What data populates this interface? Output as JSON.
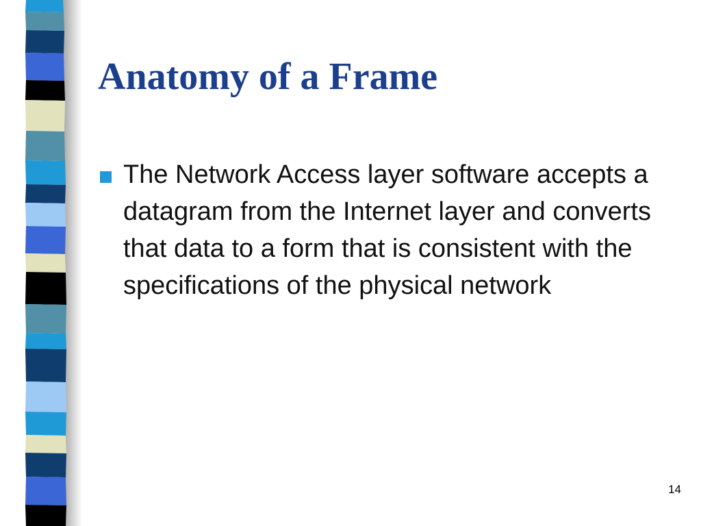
{
  "slide": {
    "title": "Anatomy of a Frame",
    "bullets": [
      {
        "text": "The Network Access layer software accepts a datagram from the Internet layer and converts that data to a form that is consistent with the specifications of the physical network",
        "marker_icon": "square-bullet-icon"
      }
    ],
    "page_number": "14"
  },
  "colors": {
    "title": "#1c3f8c",
    "bullet_marker": "#1f9ad6",
    "body_text": "#111111",
    "background": "#ffffff",
    "strip_palette": [
      "#1f9ad6",
      "#5290a8",
      "#0f3d6e",
      "#3b66d6",
      "#000000",
      "#e2e2bc",
      "#9ccaf5",
      "#76a6b8",
      "#a5a5a5"
    ]
  }
}
